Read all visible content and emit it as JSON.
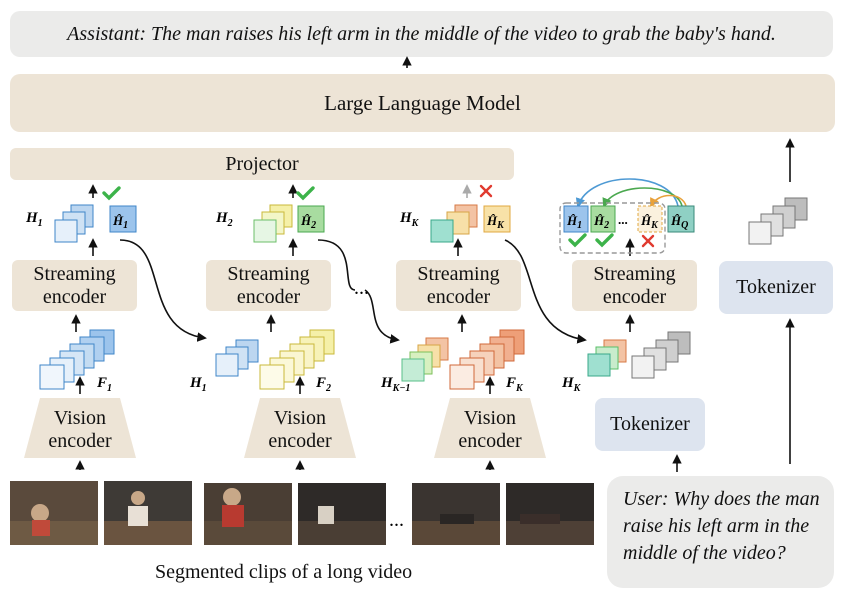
{
  "assistant_text": "Assistant: The man raises his left arm in the middle of the video to grab the baby's hand.",
  "llm_label": "Large Language Model",
  "projector_label": "Projector",
  "streaming_encoder_label": "Streaming encoder",
  "vision_encoder_label": "Vision encoder",
  "tokenizer_label": "Tokenizer",
  "ellipsis": "...",
  "clips_caption": "Segmented clips of a long video",
  "user_text": "User: Why does the man raise his left arm in the middle of the video?",
  "symbols": {
    "H1": "H",
    "H1_sub": "1",
    "H2_sub": "2",
    "HK_sub": "K",
    "HK1_sub": "K−1",
    "F1": "F",
    "F1_sub": "1",
    "F2_sub": "2",
    "FK_sub": "K",
    "Hhat": "Ĥ",
    "HQ_sub": "Q"
  },
  "colors": {
    "blue_tile": "#bcd6f0",
    "blue_tile_light": "#e6f0fa",
    "yellow_tile": "#f5f0a8",
    "yellow_tile_light": "#fbf8d8",
    "green_tile": "#bfe8c8",
    "orange_tile": "#f3c3a4",
    "teal_tile": "#9fe0d0",
    "gray_tile": "#d5d5d5",
    "check": "#3cb34a",
    "cross": "#e03a2f",
    "arc_blue": "#4e9ad4",
    "arc_green": "#4aa84f",
    "arc_orange": "#e8a13a"
  }
}
